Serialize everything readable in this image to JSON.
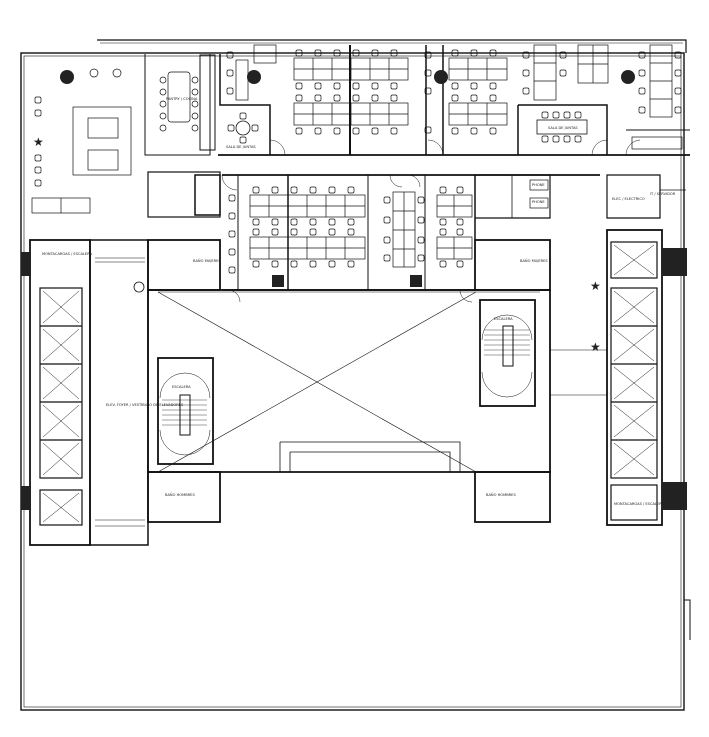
{
  "rooms": {
    "sala_de_juntas_left": "SALA DE JUNTAS",
    "sala_de_juntas_right": "SALA DE JUNTAS",
    "pantry": "PANTRY / COCINA",
    "phone_1": "PHONE",
    "phone_2": "PHONE",
    "elev_lobby": "ELEV. FOYER / VESTÍBULO DE ELEVADORES",
    "elec_room": "ELEC / ELECTRICO",
    "it_room": "IT / SERVIDOR",
    "banos_left_top": "BAÑO MUJERES",
    "banos_left_bottom": "BAÑO HOMBRES",
    "banos_right_top": "BAÑO MUJERES",
    "banos_right_bottom": "BAÑO HOMBRES",
    "ground_label_left": "ESCALERA",
    "ground_label_right": "ESCALERA",
    "shaft_left_top": "MONTACARGAS / ESCALERA",
    "shaft_right_bottom": "MONTACARGAS / ESCALERA"
  },
  "colors": {
    "line": "#111111",
    "fill_dark": "#222222",
    "bg": "#ffffff"
  }
}
